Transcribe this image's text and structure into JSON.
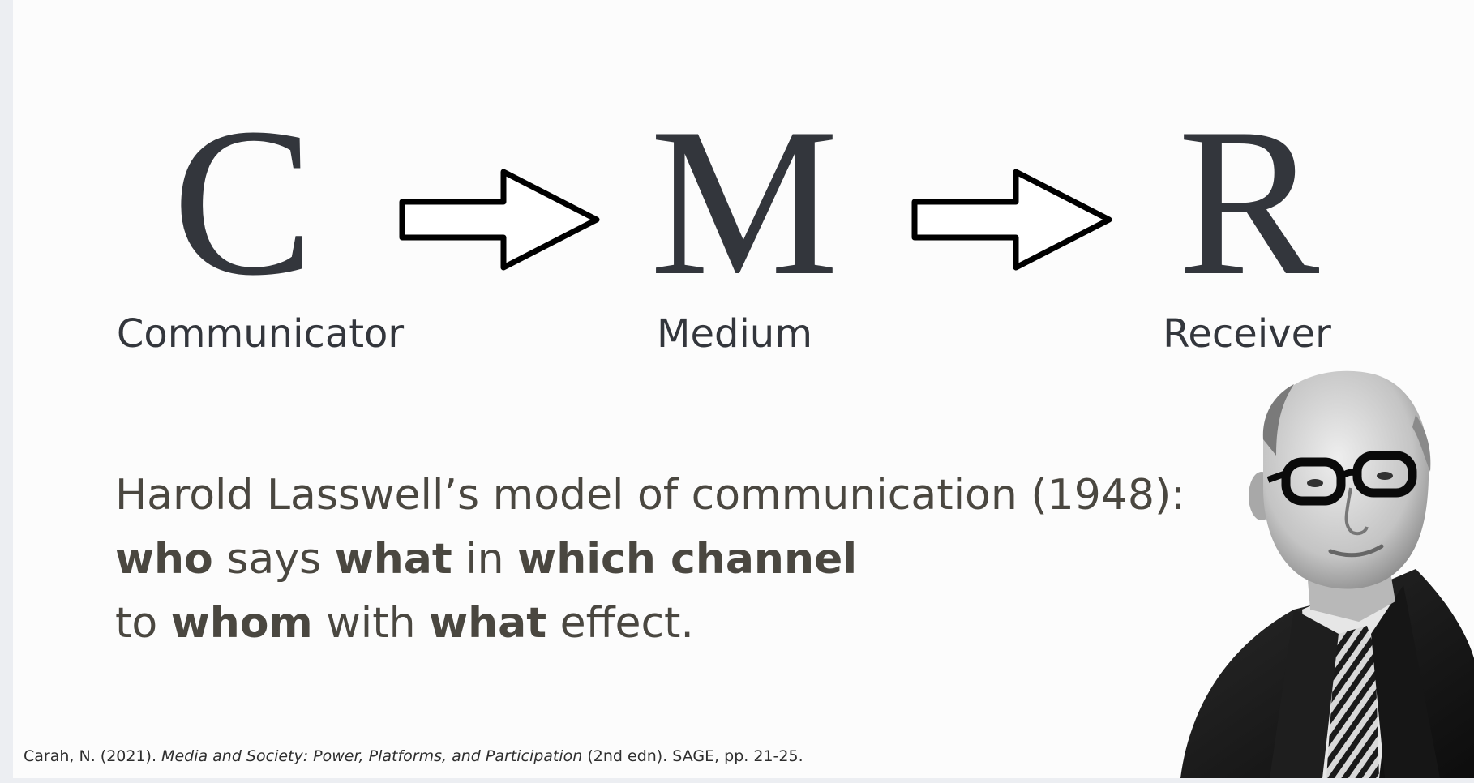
{
  "model": {
    "letters": [
      "C",
      "M",
      "R"
    ],
    "labels": [
      "Communicator",
      "Medium",
      "Receiver"
    ]
  },
  "quote": {
    "line1": "Harold Lasswell’s model of communication (1948):",
    "line2": {
      "who": "who",
      "says": " says ",
      "what": "what",
      "in": " in ",
      "which_channel": "which channel"
    },
    "line3": {
      "to": "to ",
      "whom": "whom",
      "with": " with ",
      "what": "what",
      "effect": " effect."
    }
  },
  "citation": {
    "prefix": "Carah, N. (2021). ",
    "title": "Media and Society: Power, Platforms, and Participation",
    "suffix": " (2nd edn). SAGE, pp. 21-25."
  },
  "icons": {
    "arrow": "right-arrow-outline",
    "portrait": "harold-lasswell-photo"
  },
  "colors": {
    "slide_bg": "#fcfcfc",
    "letter": "#33363c",
    "quote_text": "#4a4740"
  }
}
